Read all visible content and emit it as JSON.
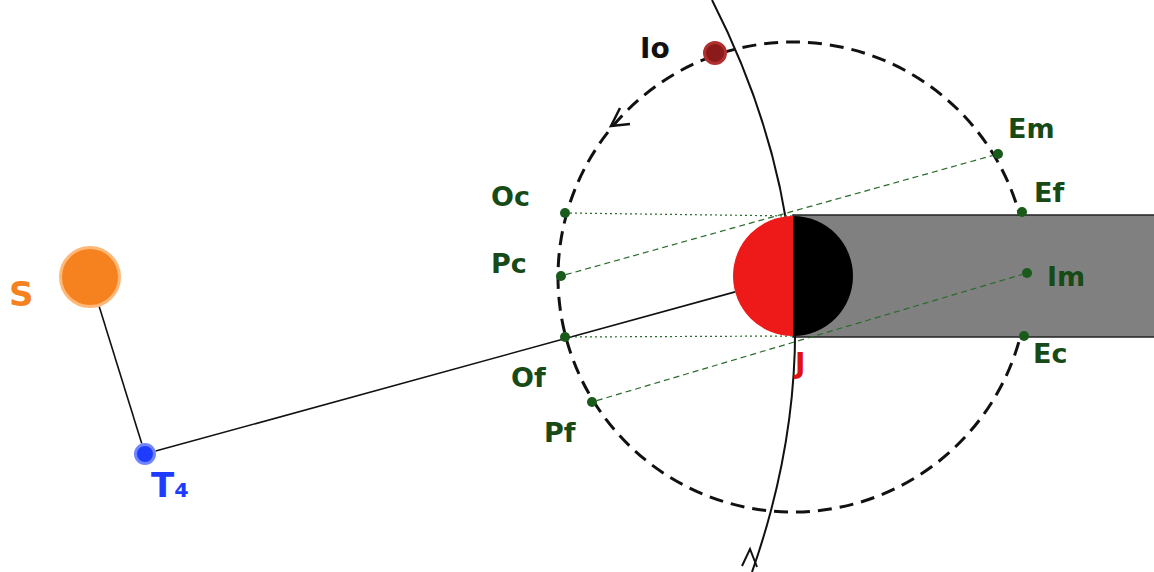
{
  "diagram": {
    "nodes": [
      {
        "text": [
          "Io"
        ]
      },
      {
        "text": [
          "Em"
        ]
      },
      {
        "text": [
          "Oc"
        ]
      },
      {
        "text": [
          "Ef"
        ]
      },
      {
        "text": [
          "S"
        ]
      },
      {
        "text": [
          "Pc"
        ]
      },
      {
        "text": [
          "Im"
        ]
      },
      {
        "text": [
          "Of"
        ]
      },
      {
        "text": [
          "J"
        ]
      },
      {
        "text": [
          "Ec"
        ]
      },
      {
        "text": [
          "Pf"
        ]
      },
      {
        "text": [
          "T₄"
        ]
      }
    ],
    "edges": [
      {
        "from": 4,
        "to": 11,
        "arrow": "none"
      },
      {
        "from": 11,
        "to": 8,
        "arrow": "none"
      },
      {
        "from": 5,
        "to": 1,
        "arrow": "none"
      },
      {
        "from": 10,
        "to": 6,
        "arrow": "none"
      },
      {
        "from": 2,
        "to": 8,
        "arrow": "none"
      },
      {
        "from": 7,
        "to": 8,
        "arrow": "none"
      }
    ]
  }
}
